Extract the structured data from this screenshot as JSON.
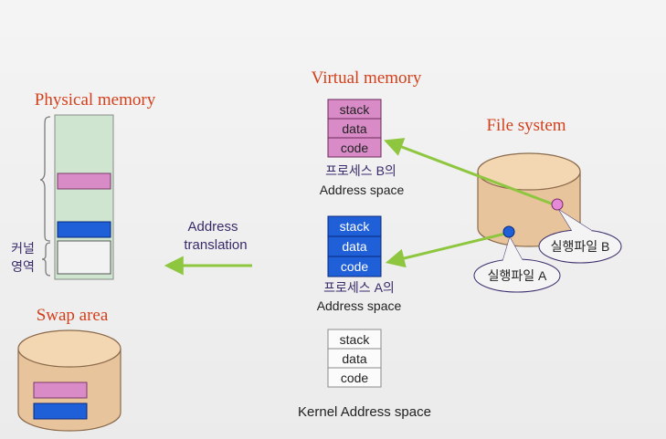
{
  "titles": {
    "physical_memory": "Physical memory",
    "virtual_memory": "Virtual memory",
    "file_system": "File system",
    "swap_area": "Swap area"
  },
  "kernel_area_label": [
    "커널",
    "영역"
  ],
  "address_translation": [
    "Address",
    "translation"
  ],
  "segments": {
    "stack": "stack",
    "data": "data",
    "code": "code"
  },
  "process_b": {
    "line1": "프로세스 B의",
    "line2": "Address space"
  },
  "process_a": {
    "line1": "프로세스 A의",
    "line2": "Address space"
  },
  "kernel_space": "Kernel Address space",
  "executables": {
    "b": "실행파일 B",
    "a": "실행파일 A"
  },
  "colors": {
    "title_red": "#d2401c",
    "text_purple": "#3a2a6a",
    "pink": "#d98bc8",
    "blue": "#1f5fd8",
    "mem_green": "#cfe5cf",
    "cylinder_fill": "#e8c49c",
    "arrow_green": "#8ec63f"
  }
}
